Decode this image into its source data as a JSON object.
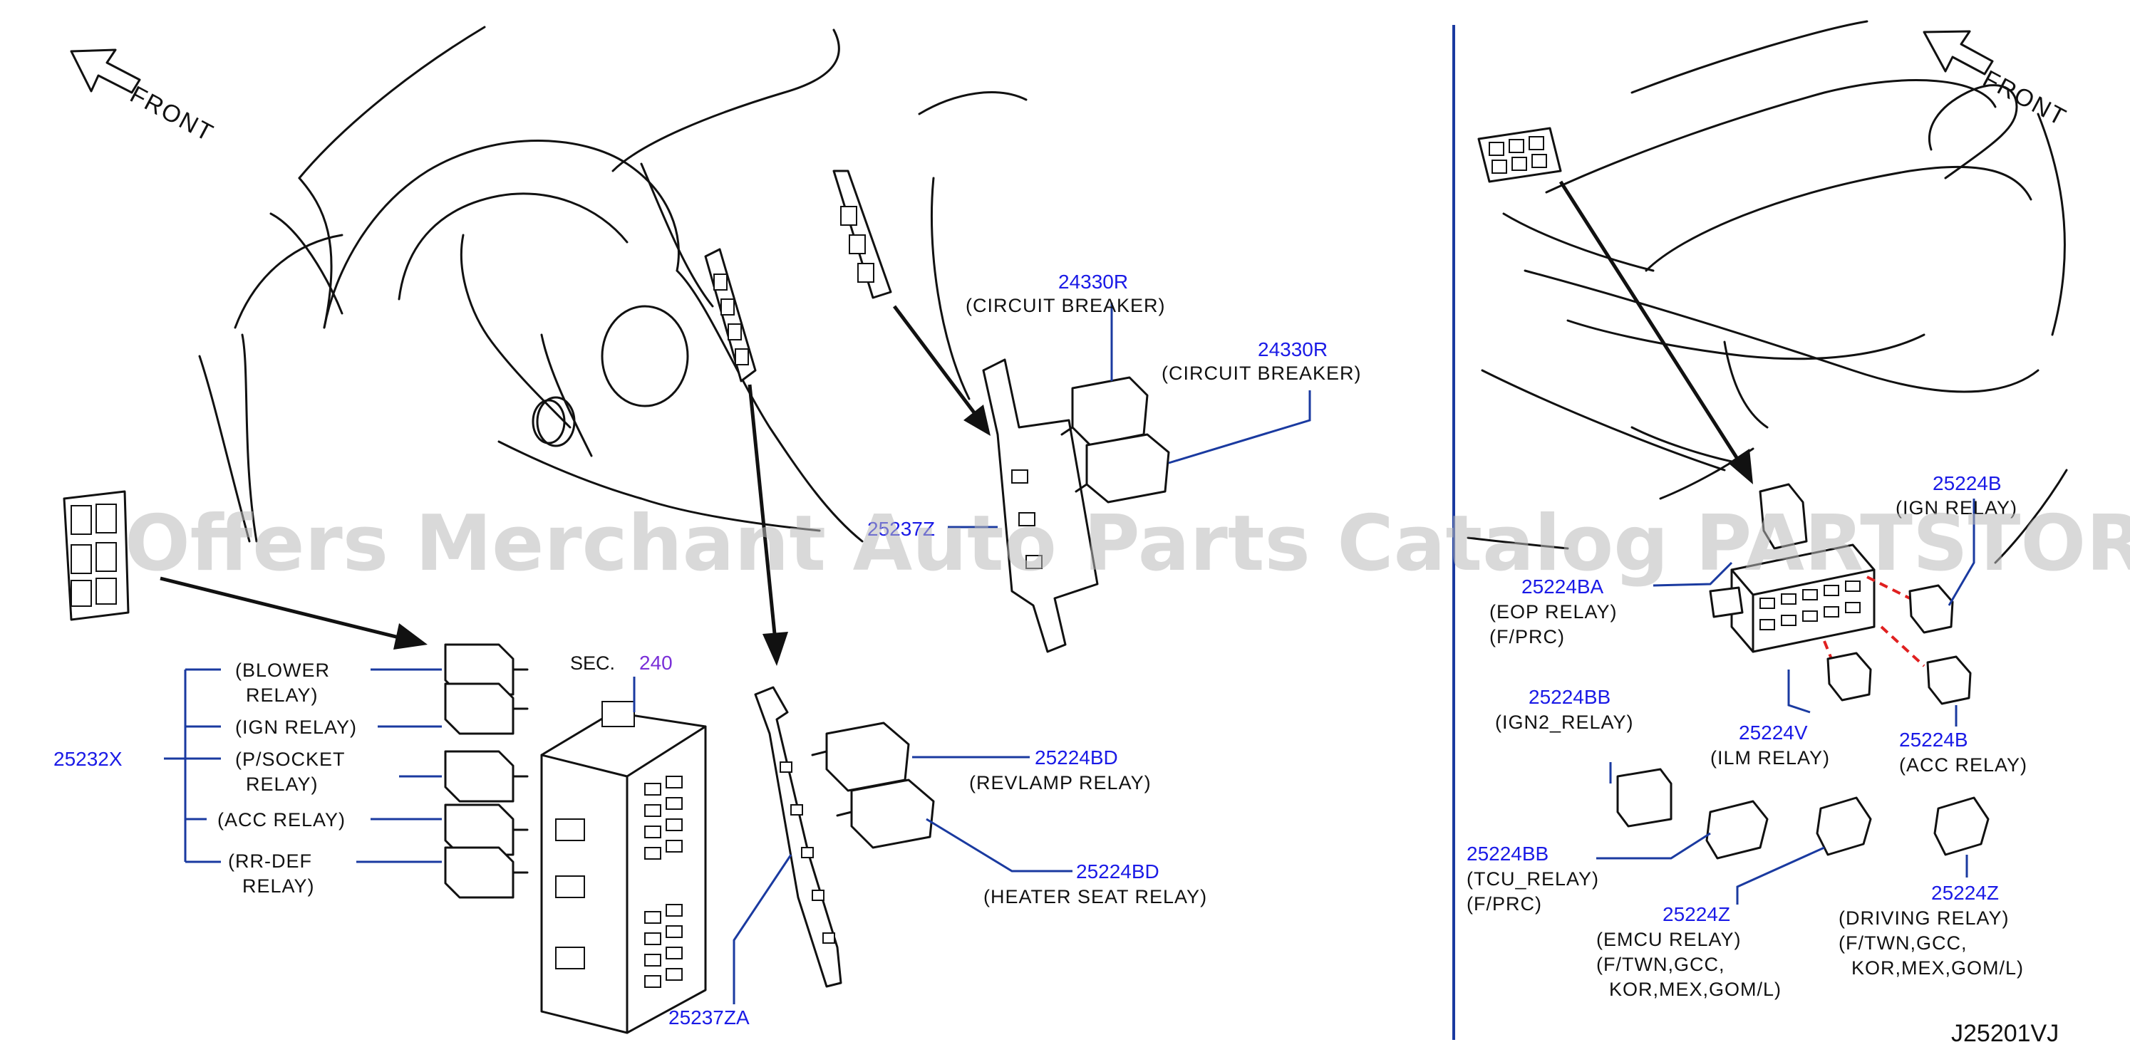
{
  "diagram": {
    "front_label_left": "FRONT",
    "front_label_right": "FRONT",
    "watermark": "Offers Merchant Auto Parts Catalog PARTSTORE.SA",
    "diagram_code": "J25201VJ",
    "section": {
      "label": "SEC.",
      "number": "240"
    },
    "left_group": {
      "part_number": "25232X",
      "relays": [
        {
          "line1": "(BLOWER",
          "line2": "RELAY)"
        },
        {
          "line1": "(IGN   RELAY)",
          "line2": ""
        },
        {
          "line1": "(P/SOCKET",
          "line2": "RELAY)"
        },
        {
          "line1": "(ACC   RELAY)",
          "line2": ""
        },
        {
          "line1": "(RR-DEF",
          "line2": "RELAY)"
        }
      ]
    },
    "callouts": {
      "breaker_top": {
        "pn": "24330R",
        "desc": "(CIRCUIT   BREAKER)"
      },
      "breaker_side": {
        "pn": "24330R",
        "desc": "(CIRCUIT   BREAKER)"
      },
      "bracket_upper": {
        "pn": "25237Z"
      },
      "bracket_lower": {
        "pn": "25237ZA"
      },
      "revlamp": {
        "pn": "25224BD",
        "desc": "(REVLAMP   RELAY)"
      },
      "heater_seat": {
        "pn": "25224BD",
        "desc": "(HEATER   SEAT   RELAY)"
      },
      "ign_relay_r": {
        "pn": "25224B",
        "desc": "(IGN   RELAY)"
      },
      "eop_relay": {
        "pn": "25224BA",
        "desc1": "(EOP   RELAY)",
        "desc2": "(F/PRC)"
      },
      "ign2_relay": {
        "pn": "25224BB",
        "desc": "(IGN2_RELAY)"
      },
      "ilm_relay": {
        "pn": "25224V",
        "desc": "(ILM   RELAY)"
      },
      "acc_relay_r": {
        "pn": "25224B",
        "desc": "(ACC   RELAY)"
      },
      "tcu_relay": {
        "pn": "25224BB",
        "desc1": "(TCU_RELAY)",
        "desc2": "(F/PRC)"
      },
      "emcu_relay": {
        "pn": "25224Z",
        "desc1": "(EMCU   RELAY)",
        "desc2": "(F/TWN,GCC,",
        "desc3": "KOR,MEX,GOM/L)"
      },
      "driving_relay": {
        "pn": "25224Z",
        "desc1": "(DRIVING   RELAY)",
        "desc2": "(F/TWN,GCC,",
        "desc3": "KOR,MEX,GOM/L)"
      }
    }
  }
}
